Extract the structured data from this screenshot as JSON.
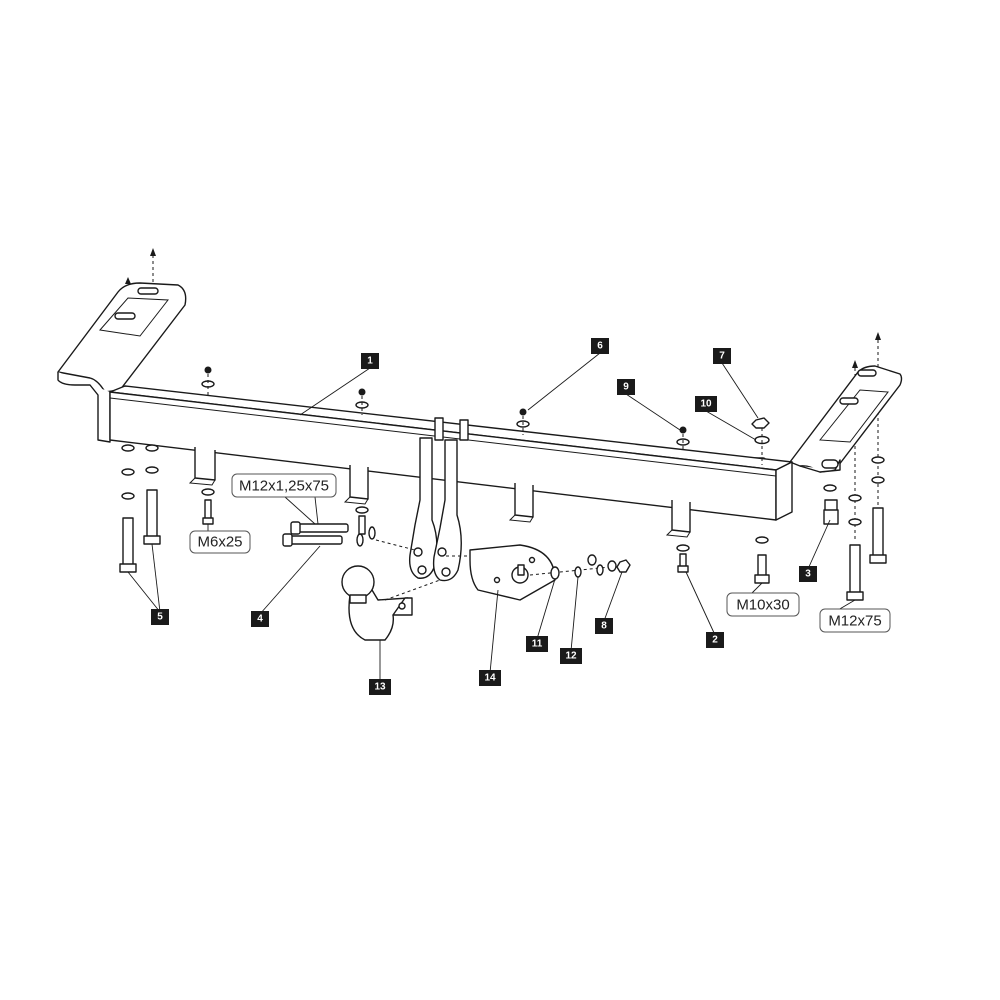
{
  "part_labels": {
    "p1": "1",
    "p2": "2",
    "p3": "3",
    "p4": "4",
    "p5": "5",
    "p6": "6",
    "p7": "7",
    "p8": "8",
    "p9": "9",
    "p10": "10",
    "p11": "11",
    "p12": "12",
    "p13": "13",
    "p14": "14"
  },
  "callouts": {
    "bolt_m12x125x75": "M12x1,25x75",
    "bolt_m6x25": "M6x25",
    "bolt_m10x30": "M10x30",
    "bolt_m12x75": "M12x75"
  },
  "colors": {
    "line": "#1a1a1a",
    "label_bg": "#1a1a1a",
    "label_text": "#ffffff"
  }
}
